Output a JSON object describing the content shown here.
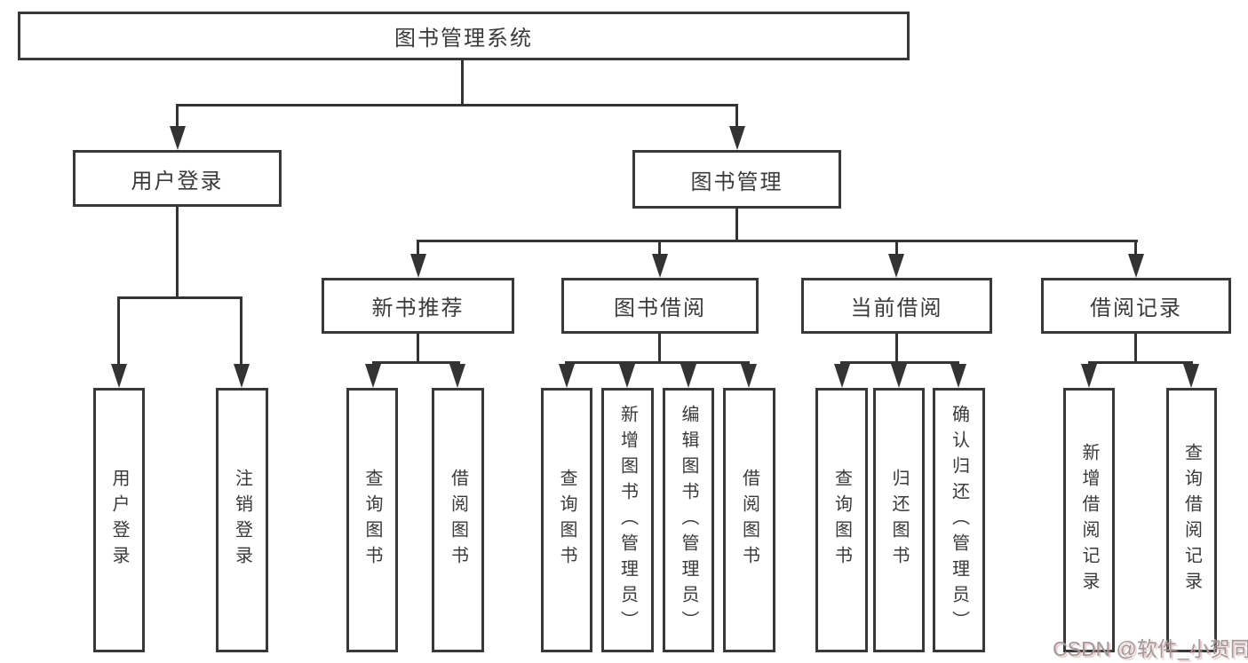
{
  "diagram": {
    "colors": {
      "line": "#333333",
      "box_border": "#383838",
      "text": "#3a3a3a",
      "watermark_text": "#9b9b9b"
    },
    "tree": {
      "label": "图书管理系统",
      "children": [
        {
          "label": "用户登录",
          "children": [
            {
              "label": "用户登录"
            },
            {
              "label": "注销登录"
            }
          ]
        },
        {
          "label": "图书管理",
          "children": [
            {
              "label": "新书推荐",
              "children": [
                {
                  "label": "查询图书"
                },
                {
                  "label": "借阅图书"
                }
              ]
            },
            {
              "label": "图书借阅",
              "children": [
                {
                  "label": "查询图书"
                },
                {
                  "label": "新增图书（管理员）"
                },
                {
                  "label": "编辑图书（管理员）"
                },
                {
                  "label": "借阅图书"
                }
              ]
            },
            {
              "label": "当前借阅",
              "children": [
                {
                  "label": "查询图书"
                },
                {
                  "label": "归还图书"
                },
                {
                  "label": "确认归还（管理员）"
                }
              ]
            },
            {
              "label": "借阅记录",
              "children": [
                {
                  "label": "新增借阅记录"
                },
                {
                  "label": "查询借阅记录"
                }
              ]
            }
          ]
        }
      ]
    },
    "watermark": "CSDN @软件_小贺同学"
  }
}
